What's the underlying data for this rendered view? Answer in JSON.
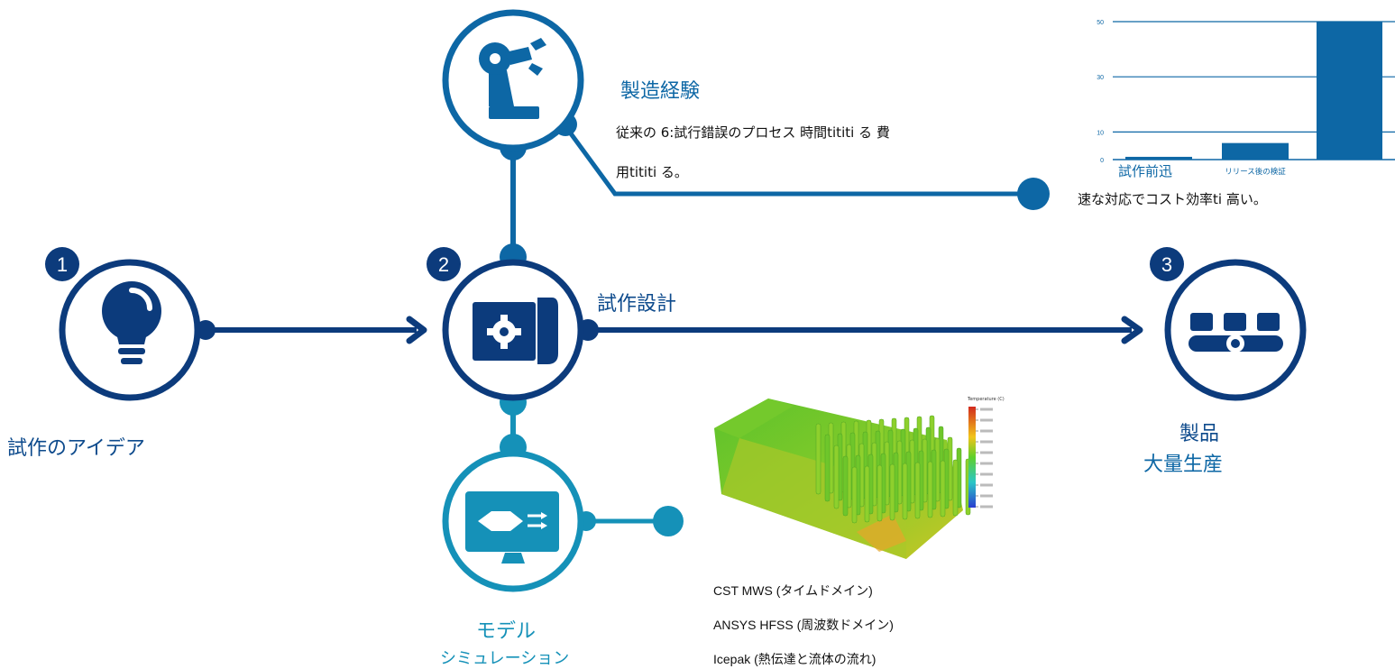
{
  "colors": {
    "navy": "#0c3b7c",
    "blue": "#0d67a5",
    "teal": "#1591b8",
    "sim_green": "#7cc62a"
  },
  "steps": {
    "idea": {
      "number": "1",
      "label": "試作のアイデア",
      "icon": "lightbulb-icon"
    },
    "design": {
      "number": "2",
      "label": "試作設計",
      "icon": "gear-document-icon"
    },
    "product": {
      "number": "3",
      "label_line1": "製品",
      "label_line2": "大量生産",
      "icon": "production-line-icon"
    }
  },
  "manufacturing": {
    "title": "製造経験",
    "desc_line1": "従来の 6:試行錯誤のプロセス 時間tititi る 費",
    "desc_line2": "用tititi る。",
    "icon": "robot-arm-icon"
  },
  "simulation": {
    "label_line1": "モデル",
    "label_line2": "シミュレーション",
    "icon": "monitor-simulation-icon",
    "tools": [
      "CST  MWS (タイムドメイン)",
      "ANSYS  HFSS (周波数ドメイン)",
      "Icepak (熱伝達と流体の流れ)"
    ],
    "colorbar_title": "Temperature (C)"
  },
  "chart_caption": {
    "line1": "試作前迅",
    "line2": "速な対応でコスト効率ti 高い。"
  },
  "chart_data": {
    "type": "bar",
    "categories": [
      "試作前",
      "リリース後の検証",
      ""
    ],
    "values": [
      1,
      6,
      50
    ],
    "yticks": [
      0,
      10,
      30,
      50
    ],
    "ylim": [
      0,
      50
    ],
    "grid": true
  }
}
